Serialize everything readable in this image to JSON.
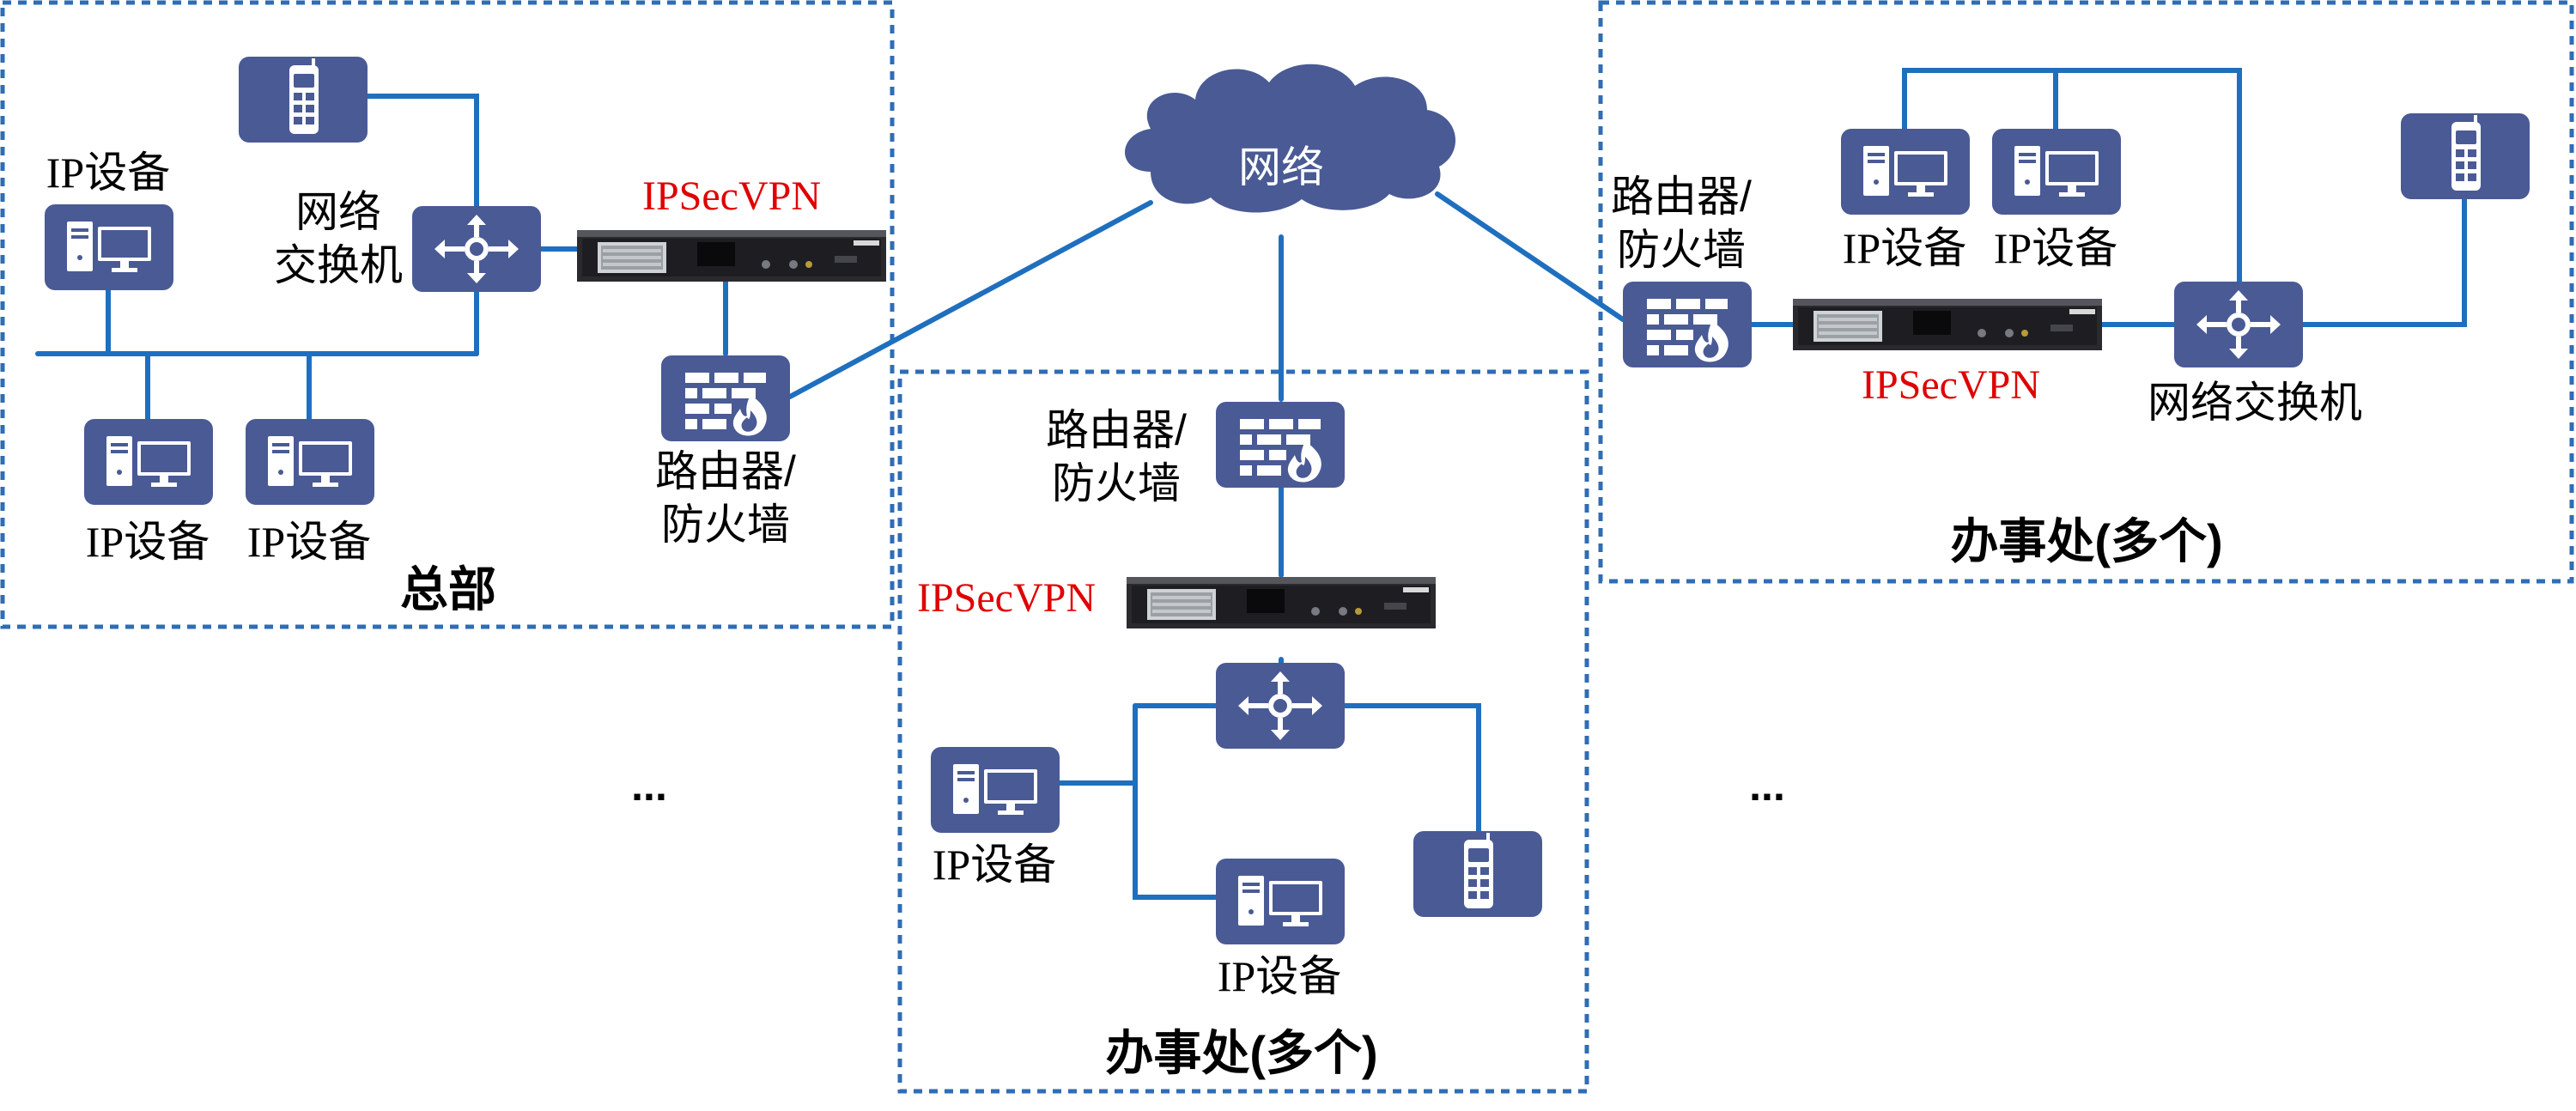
{
  "cloud": {
    "label": "网络"
  },
  "hq": {
    "zone_label": "总部",
    "ip_device_label": "IP设备",
    "ip_device_1_label": "IP设备",
    "ip_device_2_label": "IP设备",
    "switch_label_line1": "网络",
    "switch_label_line2": "交换机",
    "vpn_label": "IPSecVPN",
    "router_label_line1": "路由器/",
    "router_label_line2": "防火墙"
  },
  "branch_bottom": {
    "zone_label": "办事处(多个)",
    "router_label_line1": "路由器/",
    "router_label_line2": "防火墙",
    "vpn_label": "IPSecVPN",
    "ip_device_1_label": "IP设备",
    "ip_device_2_label": "IP设备"
  },
  "branch_right": {
    "zone_label": "办事处(多个)",
    "router_label_line1": "路由器/",
    "router_label_line2": "防火墙",
    "ip_device_1_label": "IP设备",
    "ip_device_2_label": "IP设备",
    "vpn_label": "IPSecVPN",
    "switch_label": "网络交换机"
  },
  "ellipsis_left": "...",
  "ellipsis_right": "...",
  "colors": {
    "icon_fill": "#4a5a95",
    "link": "#1f6fbf",
    "zone_border": "#2f6db5",
    "vpn_text": "#e00000"
  },
  "icons": [
    "phone-icon",
    "computer-icon",
    "switch-icon",
    "firewall-icon",
    "vpn-appliance-icon",
    "cloud-icon"
  ]
}
